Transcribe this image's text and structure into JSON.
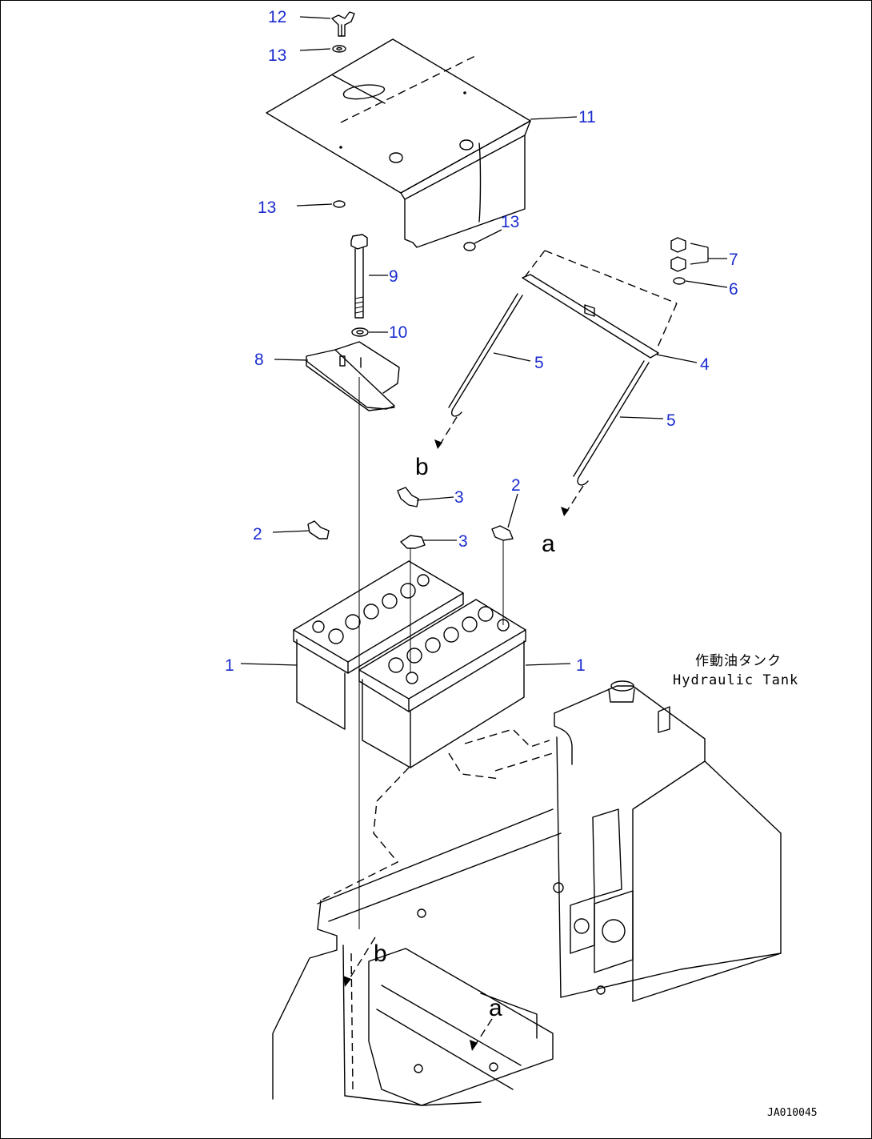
{
  "labels": {
    "l1a": "1",
    "l1b": "1",
    "l2a": "2",
    "l2b": "2",
    "l3a": "3",
    "l3b": "3",
    "l4": "4",
    "l5a": "5",
    "l5b": "5",
    "l6": "6",
    "l7": "7",
    "l8": "8",
    "l9": "9",
    "l10": "10",
    "l11": "11",
    "l12": "12",
    "l13a": "13",
    "l13b": "13",
    "l13c": "13"
  },
  "refs": {
    "a_top": "a",
    "b_top": "b",
    "a_bottom": "a",
    "b_bottom": "b"
  },
  "note": {
    "japanese": "作動油タンク",
    "english": "Hydraulic Tank"
  },
  "drawing_code": "JA010045",
  "colors": {
    "callout": "#1a2bd0",
    "line": "#000000"
  }
}
